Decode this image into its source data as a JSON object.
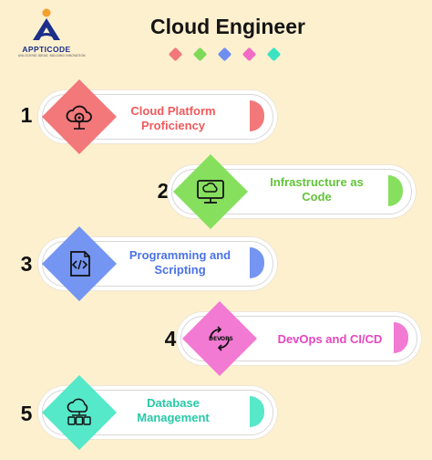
{
  "brand": {
    "name": "APPTICODE",
    "tagline": "UNLOCKING IDEAS, BUILDING INNOVATION",
    "logo_color": "#1b2f8a"
  },
  "title": "Cloud Engineer",
  "title_dots_colors": [
    "#f2787a",
    "#7ed957",
    "#6e8ff0",
    "#f26bc4",
    "#3be3c2"
  ],
  "steps": [
    {
      "number": "1",
      "label": "Cloud Platform Proficiency",
      "color": "#f2787a",
      "text_color": "#f05a5c",
      "icon": "cloud-gear-icon"
    },
    {
      "number": "2",
      "label": "Infrastructure as Code",
      "color": "#86e05e",
      "text_color": "#63c53a",
      "icon": "monitor-cloud-icon"
    },
    {
      "number": "3",
      "label": "Programming and Scripting",
      "color": "#7595f2",
      "text_color": "#4a72e8",
      "icon": "code-file-icon"
    },
    {
      "number": "4",
      "label": "DevOps and CI/CD",
      "color": "#f27ad3",
      "text_color": "#e646bf",
      "icon": "devops-cycle-icon"
    },
    {
      "number": "5",
      "label": "Database Management",
      "color": "#55e8c9",
      "text_color": "#27c9a6",
      "icon": "cloud-database-icon"
    }
  ]
}
